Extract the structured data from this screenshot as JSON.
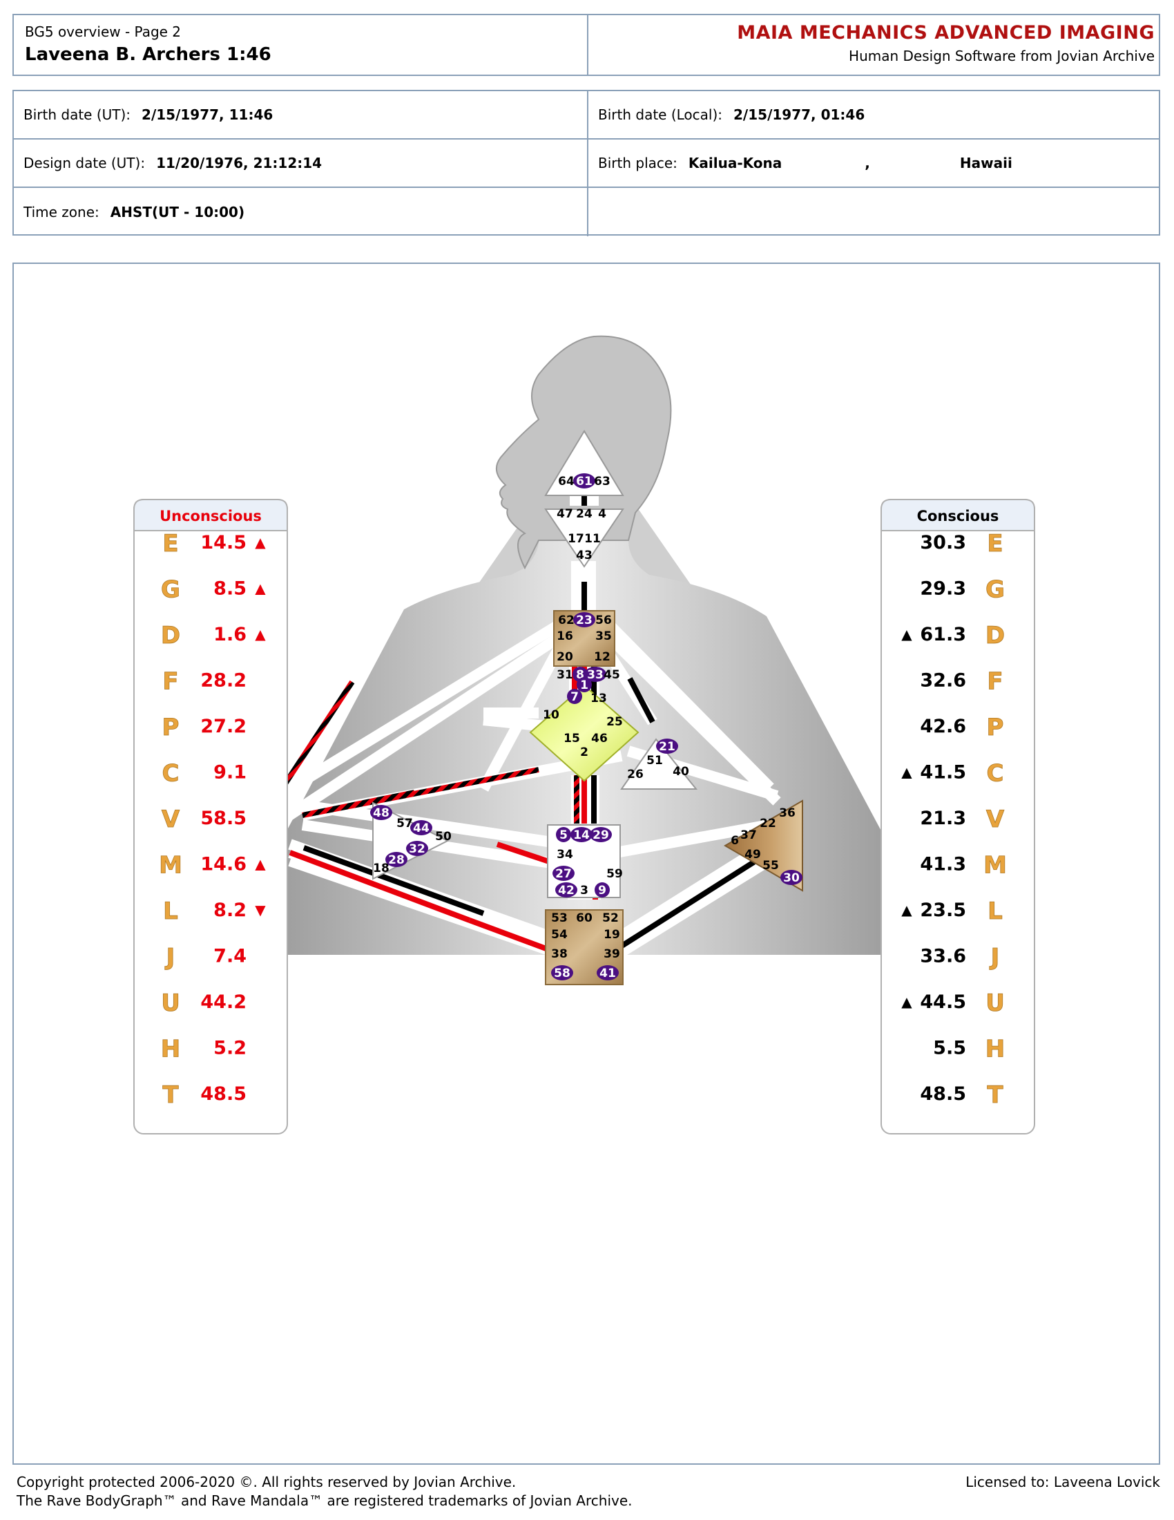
{
  "header": {
    "subtitle": "BG5 overview  -  Page 2",
    "name": "Laveena B. Archers 1:46",
    "brand": "MAIA MECHANICS ADVANCED IMAGING",
    "tagline": "Human Design Software from Jovian Archive"
  },
  "info": {
    "birth_ut_label": "Birth date (UT):",
    "birth_ut": "2/15/1977, 11:46",
    "birth_local_label": "Birth date (Local):",
    "birth_local": "2/15/1977, 01:46",
    "design_ut_label": "Design date (UT):",
    "design_ut": "11/20/1976, 21:12:14",
    "place_label": "Birth place:",
    "place_city": "Kailua-Kona",
    "place_sep": ",",
    "place_region": "Hawaii",
    "tz_label": "Time zone:",
    "tz": "AHST(UT - 10:00)"
  },
  "unconscious": {
    "title": "Unconscious",
    "rows": [
      {
        "planet": "E",
        "value": "14.5",
        "arrow": "▲"
      },
      {
        "planet": "G",
        "value": "8.5",
        "arrow": "▲"
      },
      {
        "planet": "D",
        "value": "1.6",
        "arrow": "▲"
      },
      {
        "planet": "F",
        "value": "28.2",
        "arrow": ""
      },
      {
        "planet": "P",
        "value": "27.2",
        "arrow": ""
      },
      {
        "planet": "C",
        "value": "9.1",
        "arrow": ""
      },
      {
        "planet": "V",
        "value": "58.5",
        "arrow": ""
      },
      {
        "planet": "M",
        "value": "14.6",
        "arrow": "▲"
      },
      {
        "planet": "L",
        "value": "8.2",
        "arrow": "▼"
      },
      {
        "planet": "J",
        "value": "7.4",
        "arrow": ""
      },
      {
        "planet": "U",
        "value": "44.2",
        "arrow": ""
      },
      {
        "planet": "H",
        "value": "5.2",
        "arrow": ""
      },
      {
        "planet": "T",
        "value": "48.5",
        "arrow": ""
      }
    ]
  },
  "conscious": {
    "title": "Conscious",
    "rows": [
      {
        "planet": "E",
        "value": "30.3",
        "arrow": ""
      },
      {
        "planet": "G",
        "value": "29.3",
        "arrow": ""
      },
      {
        "planet": "D",
        "value": "61.3",
        "arrow": "▲"
      },
      {
        "planet": "F",
        "value": "32.6",
        "arrow": ""
      },
      {
        "planet": "P",
        "value": "42.6",
        "arrow": ""
      },
      {
        "planet": "C",
        "value": "41.5",
        "arrow": "▲"
      },
      {
        "planet": "V",
        "value": "21.3",
        "arrow": ""
      },
      {
        "planet": "M",
        "value": "41.3",
        "arrow": ""
      },
      {
        "planet": "L",
        "value": "23.5",
        "arrow": "▲"
      },
      {
        "planet": "J",
        "value": "33.6",
        "arrow": ""
      },
      {
        "planet": "U",
        "value": "44.5",
        "arrow": "▲"
      },
      {
        "planet": "H",
        "value": "5.5",
        "arrow": ""
      },
      {
        "planet": "T",
        "value": "48.5",
        "arrow": ""
      }
    ]
  },
  "gates": {
    "head": [
      {
        "t": "64",
        "on": false
      },
      {
        "t": "61",
        "on": true
      },
      {
        "t": "63",
        "on": false
      }
    ],
    "ajna_top": [
      {
        "t": "47",
        "on": false
      },
      {
        "t": "24",
        "on": false
      },
      {
        "t": "4",
        "on": false
      }
    ],
    "ajna_bottom": [
      {
        "t": "17",
        "on": false
      },
      {
        "t": "11",
        "on": false
      },
      {
        "t": "43",
        "on": false
      }
    ],
    "throat": [
      {
        "t": "62",
        "on": false
      },
      {
        "t": "23",
        "on": true
      },
      {
        "t": "56",
        "on": false
      },
      {
        "t": "16",
        "on": false
      },
      {
        "t": "35",
        "on": false
      },
      {
        "t": "20",
        "on": false
      },
      {
        "t": "12",
        "on": false
      },
      {
        "t": "31",
        "on": false
      },
      {
        "t": "8",
        "on": true
      },
      {
        "t": "33",
        "on": true
      },
      {
        "t": "45",
        "on": false
      }
    ],
    "g": [
      {
        "t": "1",
        "on": true
      },
      {
        "t": "7",
        "on": true
      },
      {
        "t": "13",
        "on": false
      },
      {
        "t": "10",
        "on": false
      },
      {
        "t": "25",
        "on": false
      },
      {
        "t": "15",
        "on": false
      },
      {
        "t": "46",
        "on": false
      },
      {
        "t": "2",
        "on": false
      }
    ],
    "ego": [
      {
        "t": "21",
        "on": true
      },
      {
        "t": "51",
        "on": false
      },
      {
        "t": "26",
        "on": false
      },
      {
        "t": "40",
        "on": false
      }
    ],
    "spleen": [
      {
        "t": "48",
        "on": true
      },
      {
        "t": "57",
        "on": false
      },
      {
        "t": "44",
        "on": true
      },
      {
        "t": "50",
        "on": false
      },
      {
        "t": "32",
        "on": true
      },
      {
        "t": "28",
        "on": true
      },
      {
        "t": "18",
        "on": false
      }
    ],
    "sacral": [
      {
        "t": "5",
        "on": true
      },
      {
        "t": "14",
        "on": true
      },
      {
        "t": "29",
        "on": true
      },
      {
        "t": "34",
        "on": false
      },
      {
        "t": "27",
        "on": true
      },
      {
        "t": "59",
        "on": false
      },
      {
        "t": "42",
        "on": true
      },
      {
        "t": "3",
        "on": false
      },
      {
        "t": "9",
        "on": true
      }
    ],
    "solar": [
      {
        "t": "36",
        "on": false
      },
      {
        "t": "22",
        "on": false
      },
      {
        "t": "37",
        "on": false
      },
      {
        "t": "6",
        "on": false
      },
      {
        "t": "49",
        "on": false
      },
      {
        "t": "55",
        "on": false
      },
      {
        "t": "30",
        "on": true
      }
    ],
    "root": [
      {
        "t": "53",
        "on": false
      },
      {
        "t": "60",
        "on": false
      },
      {
        "t": "52",
        "on": false
      },
      {
        "t": "54",
        "on": false
      },
      {
        "t": "19",
        "on": false
      },
      {
        "t": "38",
        "on": false
      },
      {
        "t": "39",
        "on": false
      },
      {
        "t": "58",
        "on": true
      },
      {
        "t": "41",
        "on": true
      }
    ]
  },
  "colors": {
    "unconscious": "#e8000b",
    "conscious": "#000000",
    "planet": "#e8a33c",
    "gate_active": "#4b0f82",
    "frame": "#8aa0b8",
    "brand": "#b01010"
  },
  "footer": {
    "line1": "Copyright protected 2006-2020 ©. All rights reserved by Jovian Archive.",
    "line2": "The Rave BodyGraph™ and Rave Mandala™ are registered trademarks of Jovian Archive.",
    "license": "Licensed to: Laveena Lovick"
  }
}
